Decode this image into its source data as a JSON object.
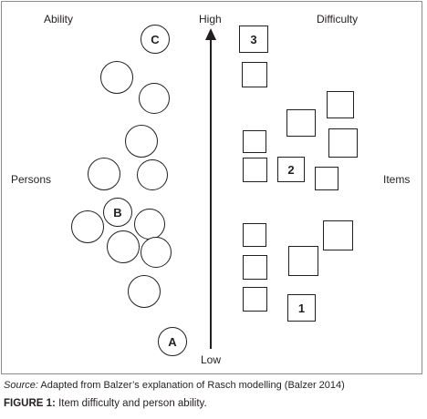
{
  "labels": {
    "ability": "Ability",
    "difficulty": "Difficulty",
    "persons": "Persons",
    "items": "Items",
    "high": "High",
    "low": "Low"
  },
  "markers": {
    "person_c": "C",
    "person_b": "B",
    "person_a": "A",
    "item_3": "3",
    "item_2": "2",
    "item_1": "1"
  },
  "caption": {
    "source_label": "Source:",
    "source_text": "Adapted from Balzer’s explanation of Rasch modelling (Balzer 2014)",
    "figure_label": "FIGURE 1:",
    "figure_text": "Item difficulty and person ability."
  }
}
